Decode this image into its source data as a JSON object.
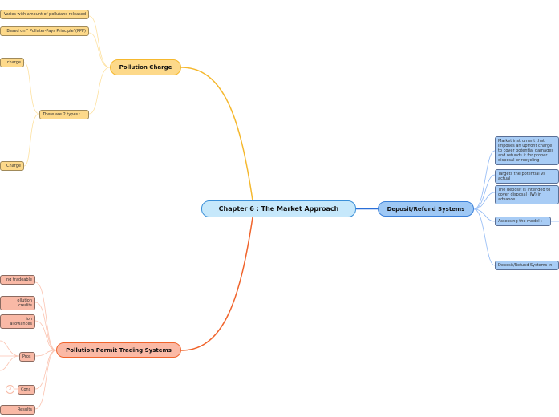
{
  "center": {
    "label": "Chapter 6 : The Market Approach"
  },
  "pollution_charge": {
    "label": "Pollution Charge",
    "children": [
      "Varies with amount of pollutans released",
      "Based on \" Polluter-Pays Principle\"(PPP)",
      "There are 2 types :"
    ],
    "types": [
      "charge",
      "Charge"
    ]
  },
  "deposit_refund": {
    "label": "Deposit/Refund Systems",
    "children": [
      "Market instrument that imposes an upfront charge to cover potential damages and refunds it for proper disposal or recycling",
      "Targets the potential vs actual",
      "The deposit is intended to cover disposal (IW) in advance",
      "Assessing the model :",
      "Deposit/Refund Systems in"
    ]
  },
  "permit_trading": {
    "label": "Pollution Permit Trading Systems",
    "children": [
      "ing tradeable",
      "ollution credits",
      "ion allowances",
      "Pros",
      "Cons",
      "Results"
    ],
    "cons_count": "3"
  },
  "colors": {
    "yellow": "#fdd98a",
    "blue": "#a8ccf5",
    "salmon": "#f9b9a6",
    "center": "#c6e8fb"
  }
}
